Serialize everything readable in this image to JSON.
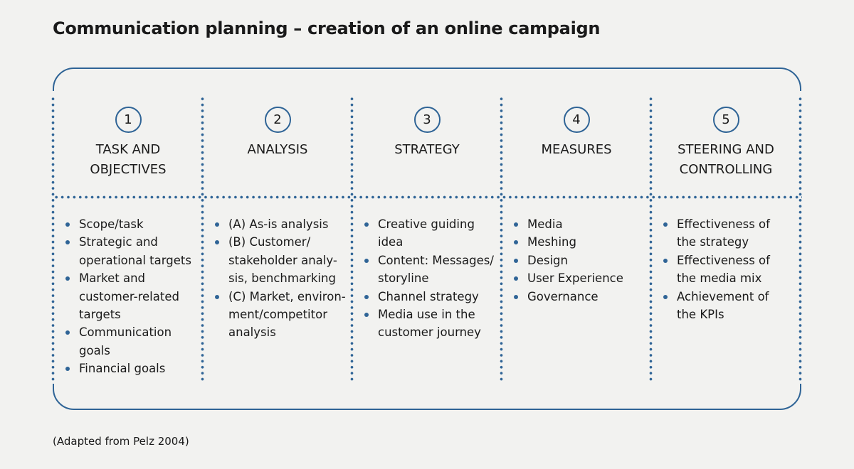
{
  "title": "Communication planning – creation of an online campaign",
  "accent_color": "#2f6496",
  "columns": [
    {
      "number": "1",
      "heading": "TASK AND\nOBJECTIVES",
      "items": [
        "Scope/task",
        "Strategic and\noperational targets",
        "Market and\ncustomer-related\ntargets",
        "Communication\ngoals",
        "Financial goals"
      ]
    },
    {
      "number": "2",
      "heading": "ANALYSIS",
      "items": [
        "(A) As-is analysis",
        "(B) Customer/\nstakeholder analy-\nsis, benchmarking",
        "(C) Market, environ-\nment/competitor\nanalysis"
      ]
    },
    {
      "number": "3",
      "heading": "STRATEGY",
      "items": [
        "Creative guiding\nidea",
        "Content: Messages/\nstoryline",
        "Channel strategy",
        "Media use in the\ncustomer journey"
      ]
    },
    {
      "number": "4",
      "heading": "MEASURES",
      "items": [
        "Media",
        "Meshing",
        "Design",
        "User Experience",
        "Governance"
      ]
    },
    {
      "number": "5",
      "heading": "STEERING AND\nCONTROLLING",
      "items": [
        "Effectiveness of\nthe strategy",
        "Effectiveness of\nthe media mix",
        "Achievement of\nthe KPIs"
      ]
    }
  ],
  "source": "(Adapted from Pelz 2004)"
}
